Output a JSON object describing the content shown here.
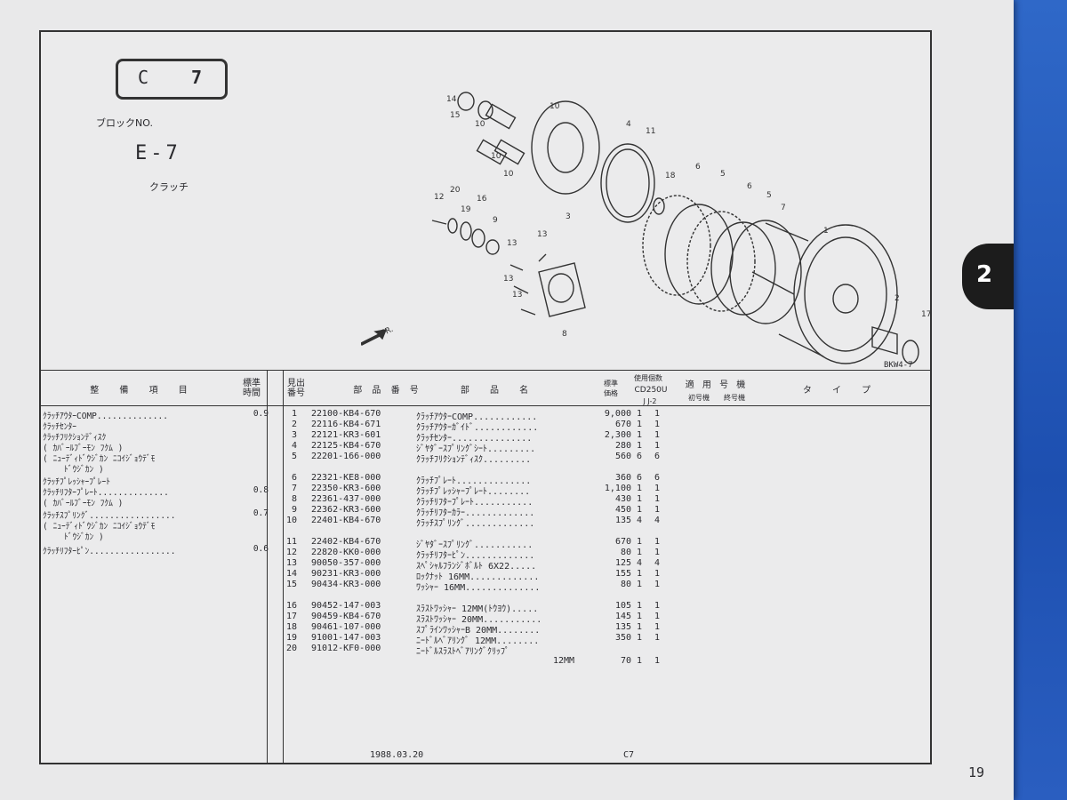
{
  "block": {
    "label_left": "C",
    "label_right": "7",
    "no_label": "ブロックNO.",
    "code": "E-7",
    "name": "クラッチ"
  },
  "tab_number": "2",
  "figure_code": "BKW4-7",
  "direction_label": "FR.",
  "callouts": [
    "14",
    "15",
    "10",
    "10",
    "10",
    "10",
    "4",
    "11",
    "3",
    "18",
    "6",
    "5",
    "6",
    "5",
    "7",
    "1",
    "12",
    "20",
    "19",
    "16",
    "9",
    "13",
    "13",
    "13",
    "13",
    "8",
    "2",
    "17"
  ],
  "headers": {
    "item": "整 備 項 目",
    "std_time": "標準\n時間",
    "ref_no": "見出\n番号",
    "part_no": "部 品 番 号",
    "part_name": "部 品 名",
    "std_price": "標準\n価格",
    "usage_qty": "使用個数",
    "model": "CD250U",
    "model_sub": "J  J-2",
    "applicable": "適 用 号 機",
    "first_no": "初号機",
    "last_no": "終号機",
    "type": "タ イ プ"
  },
  "labor": [
    {
      "text": "ｸﾗｯﾁｱｳﾀｰCOMP..............",
      "hours": "0.9"
    },
    {
      "text": "ｸﾗｯﾁｾﾝﾀｰ",
      "hours": ""
    },
    {
      "text": "ｸﾗｯﾁﾌﾘｸｼｮﾝﾃﾞｨｽｸ",
      "hours": ""
    },
    {
      "text": "( ｶﾊﾞｰﾙﾌﾞｰﾓﾝ ﾌｸﾑ )",
      "hours": ""
    },
    {
      "text": "( ﾆｭｰﾃﾞｨﾄﾞｳｼﾞｶﾝ ﾆｺｲｼﾞｮｳﾃﾞﾓ",
      "hours": ""
    },
    {
      "text": "ﾄﾞｳｼﾞｶﾝ )",
      "hours": ""
    },
    {
      "text": "ｸﾗｯﾁﾌﾟﾚｯｼｬｰﾌﾟﾚｰﾄ",
      "hours": ""
    },
    {
      "text": "ｸﾗｯﾁﾘﾌﾀｰﾌﾟﾚｰﾄ..............",
      "hours": "0.8"
    },
    {
      "text": "( ｶﾊﾞｰﾙﾌﾞｰﾓﾝ ﾌｸﾑ )",
      "hours": ""
    },
    {
      "text": "ｸﾗｯﾁｽﾌﾟﾘﾝｸﾞ.................",
      "hours": "0.7"
    },
    {
      "text": "( ﾆｭｰﾃﾞｨﾄﾞｳｼﾞｶﾝ ﾆｺｲｼﾞｮｳﾃﾞﾓ",
      "hours": ""
    },
    {
      "text": "ﾄﾞｳｼﾞｶﾝ )",
      "hours": ""
    },
    {
      "text": "ｸﾗｯﾁﾘﾌﾀｰﾋﾟﾝ.................",
      "hours": "0.6"
    }
  ],
  "parts": [
    {
      "ref": "1",
      "no": "22100-KB4-670",
      "name": "ｸﾗｯﾁｱｳﾀｰCOMP............",
      "price": "9,000",
      "qa": "1",
      "qb": "1"
    },
    {
      "ref": "2",
      "no": "22116-KB4-671",
      "name": "ｸﾗｯﾁｱｳﾀｰｶﾞｲﾄﾞ............",
      "price": "670",
      "qa": "1",
      "qb": "1"
    },
    {
      "ref": "3",
      "no": "22121-KR3-601",
      "name": "ｸﾗｯﾁｾﾝﾀｰ...............",
      "price": "2,300",
      "qa": "1",
      "qb": "1"
    },
    {
      "ref": "4",
      "no": "22125-KB4-670",
      "name": "ｼﾞﾔﾀﾞｰｽﾌﾟﾘﾝｸﾞｼｰﾄ.........",
      "price": "280",
      "qa": "1",
      "qb": "1"
    },
    {
      "ref": "5",
      "no": "22201-166-000",
      "name": "ｸﾗｯﾁﾌﾘｸｼｮﾝﾃﾞｨｽｸ.........",
      "price": "560",
      "qa": "6",
      "qb": "6"
    },
    {
      "ref": "6",
      "no": "22321-KE8-000",
      "name": "ｸﾗｯﾁﾌﾟﾚｰﾄ..............",
      "price": "360",
      "qa": "6",
      "qb": "6"
    },
    {
      "ref": "7",
      "no": "22350-KR3-600",
      "name": "ｸﾗｯﾁﾌﾟﾚｯｼｬｰﾌﾟﾚｰﾄ........",
      "price": "1,100",
      "qa": "1",
      "qb": "1"
    },
    {
      "ref": "8",
      "no": "22361-437-000",
      "name": "ｸﾗｯﾁﾘﾌﾀｰﾌﾟﾚｰﾄ...........",
      "price": "430",
      "qa": "1",
      "qb": "1"
    },
    {
      "ref": "9",
      "no": "22362-KR3-600",
      "name": "ｸﾗｯﾁﾘﾌﾀｰｶﾗｰ.............",
      "price": "450",
      "qa": "1",
      "qb": "1"
    },
    {
      "ref": "10",
      "no": "22401-KB4-670",
      "name": "ｸﾗｯﾁｽﾌﾟﾘﾝｸﾞ.............",
      "price": "135",
      "qa": "4",
      "qb": "4"
    },
    {
      "ref": "11",
      "no": "22402-KB4-670",
      "name": "ｼﾞﾔﾀﾞｰｽﾌﾟﾘﾝｸﾞ...........",
      "price": "670",
      "qa": "1",
      "qb": "1"
    },
    {
      "ref": "12",
      "no": "22820-KK0-000",
      "name": "ｸﾗｯﾁﾘﾌﾀｰﾋﾟﾝ.............",
      "price": "80",
      "qa": "1",
      "qb": "1"
    },
    {
      "ref": "13",
      "no": "90050-357-000",
      "name": "ｽﾍﾟｼｬﾙﾌﾗﾝｼﾞﾎﾞﾙﾄ 6X22.....",
      "price": "125",
      "qa": "4",
      "qb": "4"
    },
    {
      "ref": "14",
      "no": "90231-KR3-000",
      "name": "ﾛｯｸﾅｯﾄ 16MM.............",
      "price": "155",
      "qa": "1",
      "qb": "1"
    },
    {
      "ref": "15",
      "no": "90434-KR3-000",
      "name": "ﾜｯｼｬｰ 16MM..............",
      "price": "80",
      "qa": "1",
      "qb": "1"
    },
    {
      "ref": "16",
      "no": "90452-147-003",
      "name": "ｽﾗｽﾄﾜｯｼｬｰ 12MM(ﾄｳﾖｳ).....",
      "price": "105",
      "qa": "1",
      "qb": "1"
    },
    {
      "ref": "17",
      "no": "90459-KB4-670",
      "name": "ｽﾗｽﾄﾜｯｼｬｰ 20MM...........",
      "price": "145",
      "qa": "1",
      "qb": "1"
    },
    {
      "ref": "18",
      "no": "90461-107-000",
      "name": "ｽﾌﾟﾗｲﾝﾜｯｼｬｰB 20MM........",
      "price": "135",
      "qa": "1",
      "qb": "1"
    },
    {
      "ref": "19",
      "no": "91001-147-003",
      "name": "ﾆｰﾄﾞﾙﾍﾞｱﾘﾝｸﾞ 12MM........",
      "price": "350",
      "qa": "1",
      "qb": "1"
    },
    {
      "ref": "20",
      "no": "91012-KF0-000",
      "name": "ﾆｰﾄﾞﾙｽﾗｽﾄﾍﾞｱﾘﾝｸﾞｸﾘｯﾌﾟ",
      "price": "",
      "qa": "",
      "qb": ""
    },
    {
      "ref": "",
      "no": "",
      "name": "12MM",
      "price": "70",
      "qa": "1",
      "qb": "1"
    }
  ],
  "footer": {
    "date": "1988.03.20",
    "code": "C7",
    "page": "19"
  }
}
